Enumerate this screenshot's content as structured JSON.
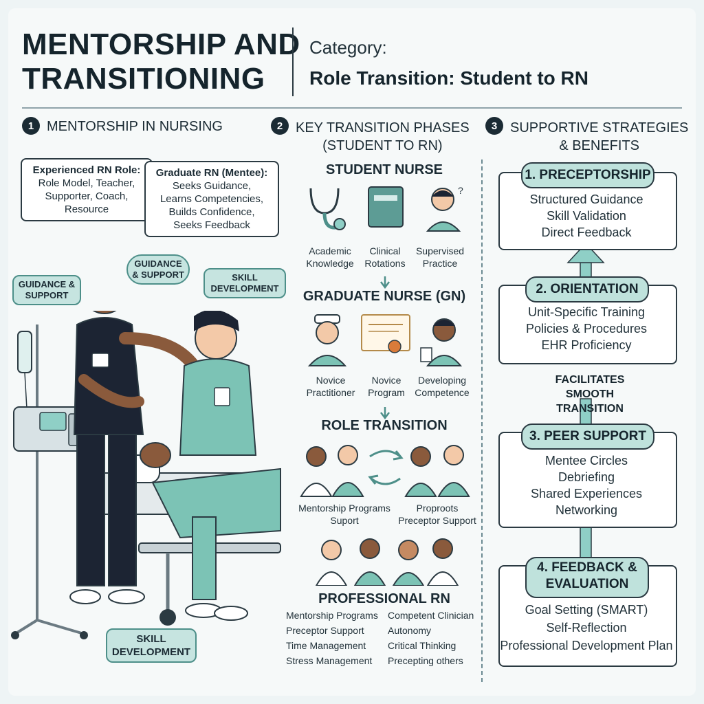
{
  "header": {
    "title_line1": "MENTORSHIP AND",
    "title_line2": "TRANSITIONING",
    "category_label": "Category:",
    "category_value": "Role Transition: Student to RN"
  },
  "section1": {
    "number": "1",
    "heading": "MENTORSHIP IN NURSING",
    "experienced": {
      "title": "Experienced RN Role:",
      "lines": [
        "Role Model, Teacher,",
        "Supporter, Coach,",
        "Resource"
      ]
    },
    "mentee": {
      "title": "Graduate RN (Mentee):",
      "lines": [
        "Seeks Guidance,",
        "Learns Competencies,",
        "Builds Confidence,",
        "Seeks Feedback"
      ]
    },
    "tags": {
      "guidance_left": "GUIDANCE & SUPPORT",
      "guidance_center": "GUIDANCE & SUPPORT",
      "skill_top": "SKILL DEVELOPMENT",
      "skill_bottom": "SKILL DEVELOPMENT"
    }
  },
  "section2": {
    "number": "2",
    "heading_line1": "KEY TRANSITION PHASES",
    "heading_line2": "(STUDENT TO RN)",
    "student": {
      "title": "STUDENT NURSE",
      "captions": [
        [
          "Academic",
          "Knowledge"
        ],
        [
          "Clinical",
          "Rotations"
        ],
        [
          "Supervised",
          "Practice"
        ]
      ]
    },
    "graduate": {
      "title": "GRADUATE NURSE (GN)",
      "captions": [
        [
          "Novice",
          "Practitioner"
        ],
        [
          "Novice",
          "Program"
        ],
        [
          "Developing",
          "Competence"
        ]
      ]
    },
    "role": {
      "title": "ROLE TRANSITION",
      "left_caption": [
        "Mentorship Programs",
        "Suport"
      ],
      "right_caption": [
        "Proproots",
        "Preceptor Support"
      ]
    },
    "professional": {
      "title": "PROFESSIONAL RN",
      "left_list": [
        "Mentorship Programs",
        "Preceptor Support",
        "Time Management",
        "Stress Management"
      ],
      "right_list": [
        "Competent Clinician",
        "Autonomy",
        "Critical Thinking",
        "Precepting others"
      ]
    }
  },
  "section3": {
    "number": "3",
    "heading_line1": "SUPPORTIVE STRATEGIES",
    "heading_line2": "& BENEFITS",
    "strategies": [
      {
        "title": "1. PRECEPTORSHIP",
        "items": [
          "Structured Guidance",
          "Skill Validation",
          "Direct Feedback"
        ]
      },
      {
        "title": "2. ORIENTATION",
        "items": [
          "Unit-Specific Training",
          "Policies & Procedures",
          "EHR Proficiency"
        ]
      },
      {
        "title": "3. PEER SUPPORT",
        "items": [
          "Mentee Circles",
          "Debriefing",
          "Shared Experiences",
          "Networking"
        ]
      },
      {
        "title_line1": "4.  FEEDBACK &",
        "title_line2": "EVALUATION",
        "items": [
          "Goal Setting (SMART)",
          "Self-Reflection",
          "Professional Development Plan"
        ]
      }
    ],
    "middle_text": [
      "FACILITATES",
      "SMOOTH",
      "TRANSITION"
    ]
  },
  "colors": {
    "teal": "#8fcfc6",
    "dark": "#1b2b34",
    "scrub_dark": "#1c2433",
    "scrub_teal": "#7cc3b5"
  }
}
